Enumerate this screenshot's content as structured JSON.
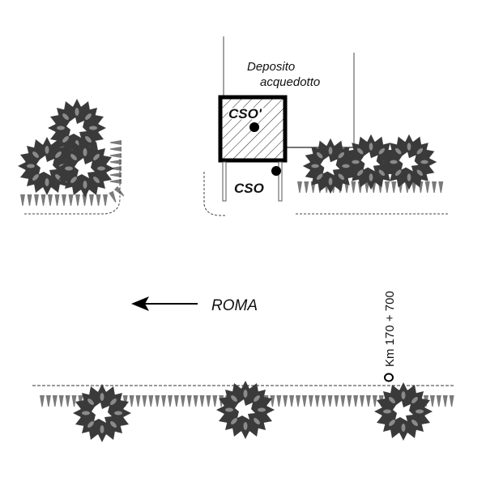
{
  "diagram": {
    "type": "site-plan-sketch",
    "labels": {
      "deposito_line1": "Deposito",
      "deposito_line2": "acquedotto",
      "cso_prime": "CSO'",
      "cso": "CSO",
      "direction": "ROMA",
      "kilometre_marker": "Km 170 + 700"
    },
    "colors": {
      "ink": "#111111",
      "tree_dark": "#3a3a3a",
      "tree_light": "#8a8a8a",
      "hedge": "#7a7a7a",
      "line": "#555555",
      "background": "#ffffff"
    },
    "elements": {
      "tree_clusters": [
        {
          "id": "left-cluster",
          "trees": 3
        },
        {
          "id": "right-cluster",
          "trees": 3
        },
        {
          "id": "roadside-tree-1",
          "trees": 1
        },
        {
          "id": "roadside-tree-2",
          "trees": 1
        },
        {
          "id": "roadside-tree-3",
          "trees": 1
        }
      ],
      "points": [
        {
          "id": "cso-prime",
          "label_ref": "cso_prime",
          "inside_reservoir": true
        },
        {
          "id": "cso",
          "label_ref": "cso",
          "inside_reservoir": false
        }
      ],
      "hatched_area": "Deposito acquedotto",
      "arrow_direction": "left"
    }
  }
}
